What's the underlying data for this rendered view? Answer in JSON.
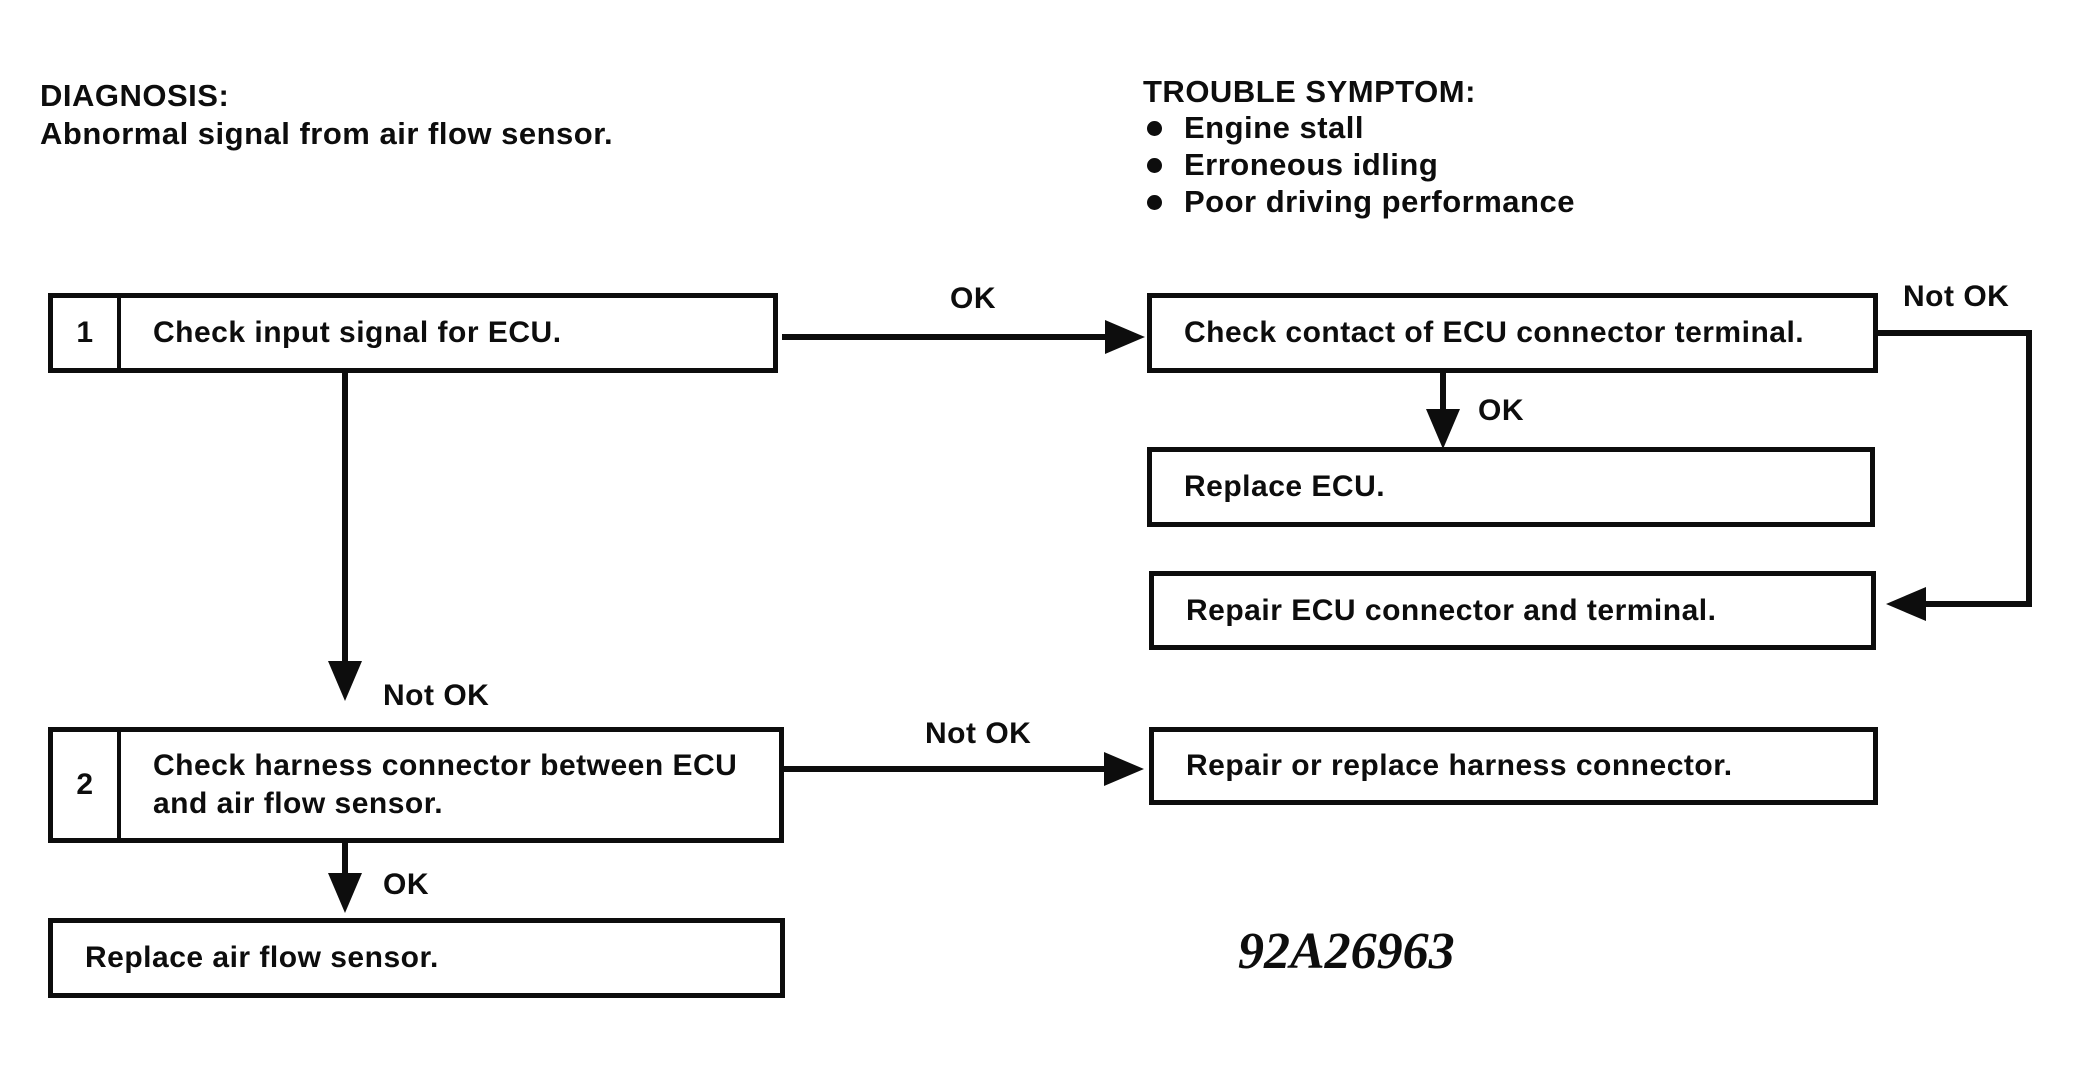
{
  "page": {
    "diagnosis": {
      "heading": "DIAGNOSIS:",
      "description": "Abnormal signal from air flow sensor."
    },
    "trouble_symptom": {
      "heading": "TROUBLE SYMPTOM:",
      "items": [
        {
          "label": "Engine stall"
        },
        {
          "label": "Erroneous idling"
        },
        {
          "label": "Poor driving performance"
        }
      ]
    },
    "figure_code": "92A26963"
  },
  "flowchart": {
    "steps": {
      "step1": {
        "number": "1",
        "text": "Check input signal for ECU."
      },
      "step2": {
        "number": "2",
        "lines": [
          "Check harness connector between ECU",
          "and air flow sensor."
        ]
      }
    },
    "results": {
      "check_contact": "Check contact of ECU connector terminal.",
      "replace_ecu": "Replace ECU.",
      "repair_ecu_connector": "Repair ECU connector and terminal.",
      "repair_harness": "Repair or replace harness connector.",
      "replace_air_flow_sensor": "Replace air flow sensor."
    },
    "labels": {
      "step1_ok": "OK",
      "step1_not_ok": "Not OK",
      "check_contact_ok": "OK",
      "check_contact_not_ok": "Not OK",
      "step2_not_ok": "Not OK",
      "step2_ok": "OK"
    }
  },
  "colors": {
    "ink": "#0d0d0d",
    "paper": "#ffffff"
  }
}
